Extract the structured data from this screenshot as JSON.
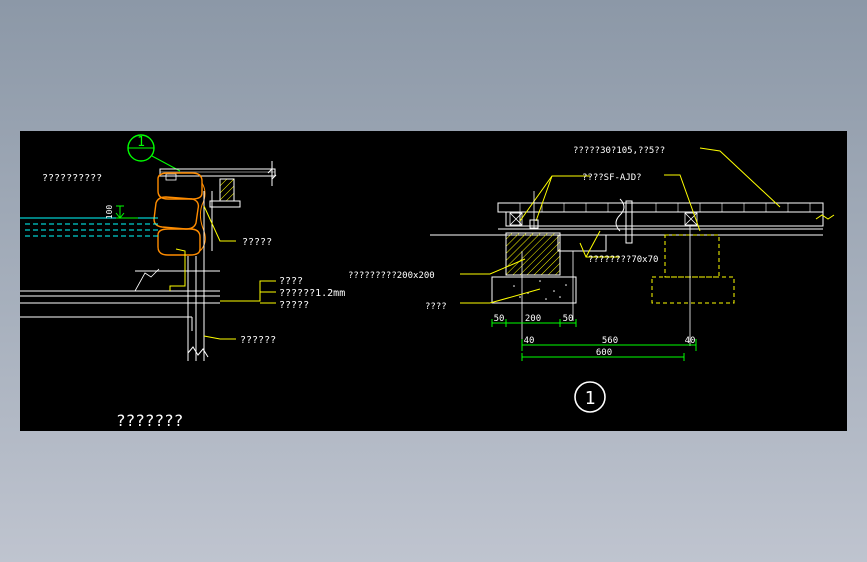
{
  "colors": {
    "background": "#000000",
    "lines": "#ffffff",
    "leaders": "#ffff00",
    "dimensions": "#00ff00",
    "water": "#00ffff",
    "stone": "#ff8c00",
    "hatch": "#ffff00"
  },
  "left_detail": {
    "marker": "1",
    "label_stone": "??????????",
    "label_right": "?????",
    "label_layer1": "????",
    "label_layer2": "??????1.2mm",
    "label_layer3": "?????",
    "label_bottom": "??????",
    "dim_100": "100",
    "title": "???????"
  },
  "right_detail": {
    "label_top": "?????30?105,??5??",
    "label_fixing": "????SF-AJD?",
    "label_beam": "????????70x70",
    "label_pier": "?????????200x200",
    "label_base": "????",
    "dim_50a": "50",
    "dim_200": "200",
    "dim_50b": "50",
    "dim_40a": "40",
    "dim_560": "560",
    "dim_40b": "40",
    "dim_600": "600",
    "marker": "1"
  }
}
